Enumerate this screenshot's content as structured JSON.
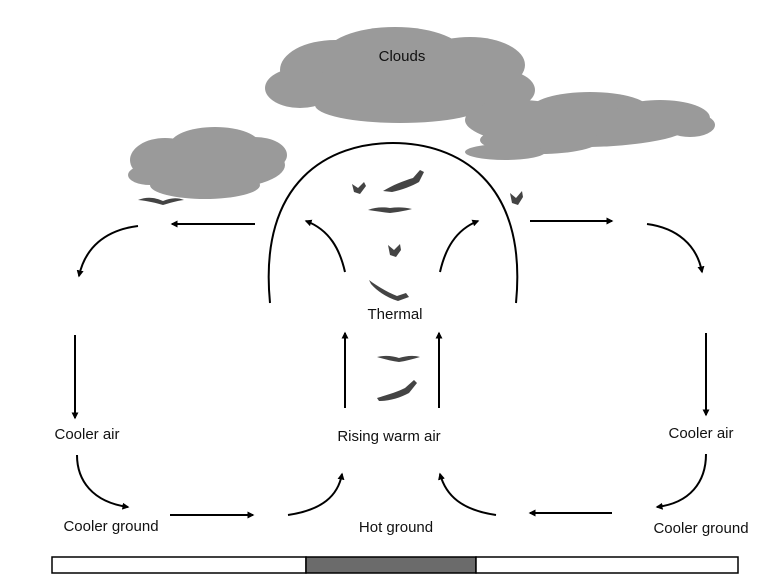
{
  "labels": {
    "clouds": "Clouds",
    "thermal": "Thermal",
    "rising_warm_air": "Rising warm air",
    "cooler_air_left": "Cooler air",
    "cooler_air_right": "Cooler air",
    "cooler_ground_left": "Cooler ground",
    "cooler_ground_right": "Cooler ground",
    "hot_ground": "Hot ground"
  },
  "colors": {
    "cloud": "#9a9a9a",
    "line": "#000000",
    "hot_ground_fill": "#6b6b6b",
    "cool_ground_fill": "#ffffff",
    "bird": "#444444"
  },
  "icons": [
    "bird-icon",
    "arrow-icon",
    "cloud-shape"
  ]
}
